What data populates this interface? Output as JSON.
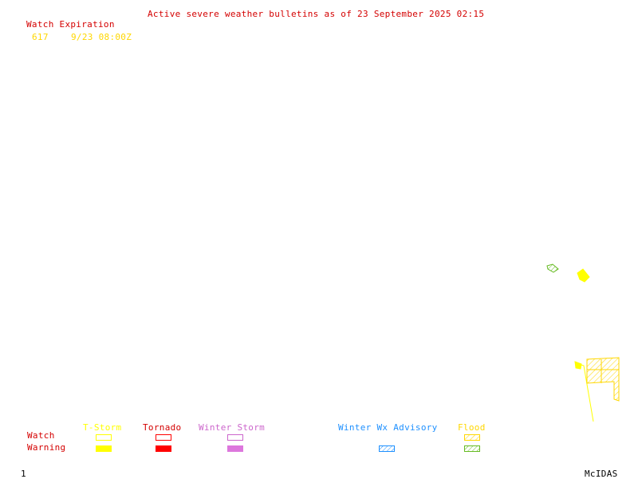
{
  "header": {
    "title": "Active severe weather bulletins as of 23 September 2025 02:15"
  },
  "watch_expiration": {
    "heading": "Watch Expiration",
    "entries": [
      {
        "number": "617",
        "expires": "9/23 08:00Z"
      }
    ]
  },
  "legend": {
    "row_labels": {
      "watch": "Watch",
      "warning": "Warning"
    },
    "categories": [
      {
        "name": "T-Storm",
        "color": "#ffff00",
        "watch": "outline",
        "warning": "filled"
      },
      {
        "name": "Tornado",
        "color": "#ff0000",
        "watch": "outline",
        "warning": "filled"
      },
      {
        "name": "Winter Storm",
        "color": "#cc66cc",
        "watch": "outline",
        "warning": "filled"
      },
      {
        "name": "Winter Wx Advisory",
        "color": "#1e90ff",
        "watch": "none",
        "warning": "hatched"
      },
      {
        "name": "Flood",
        "color": "#ffd700",
        "watch": "hatched",
        "warning": "hatched-green"
      }
    ]
  },
  "footer": {
    "frame_number": "1",
    "brand": "McIDAS"
  },
  "colors": {
    "title_red": "#d40000",
    "expiration_yellow": "#ffd700",
    "flood_green": "#66bb22",
    "tstorm_yellow": "#ffff00",
    "background": "#ffffff"
  }
}
